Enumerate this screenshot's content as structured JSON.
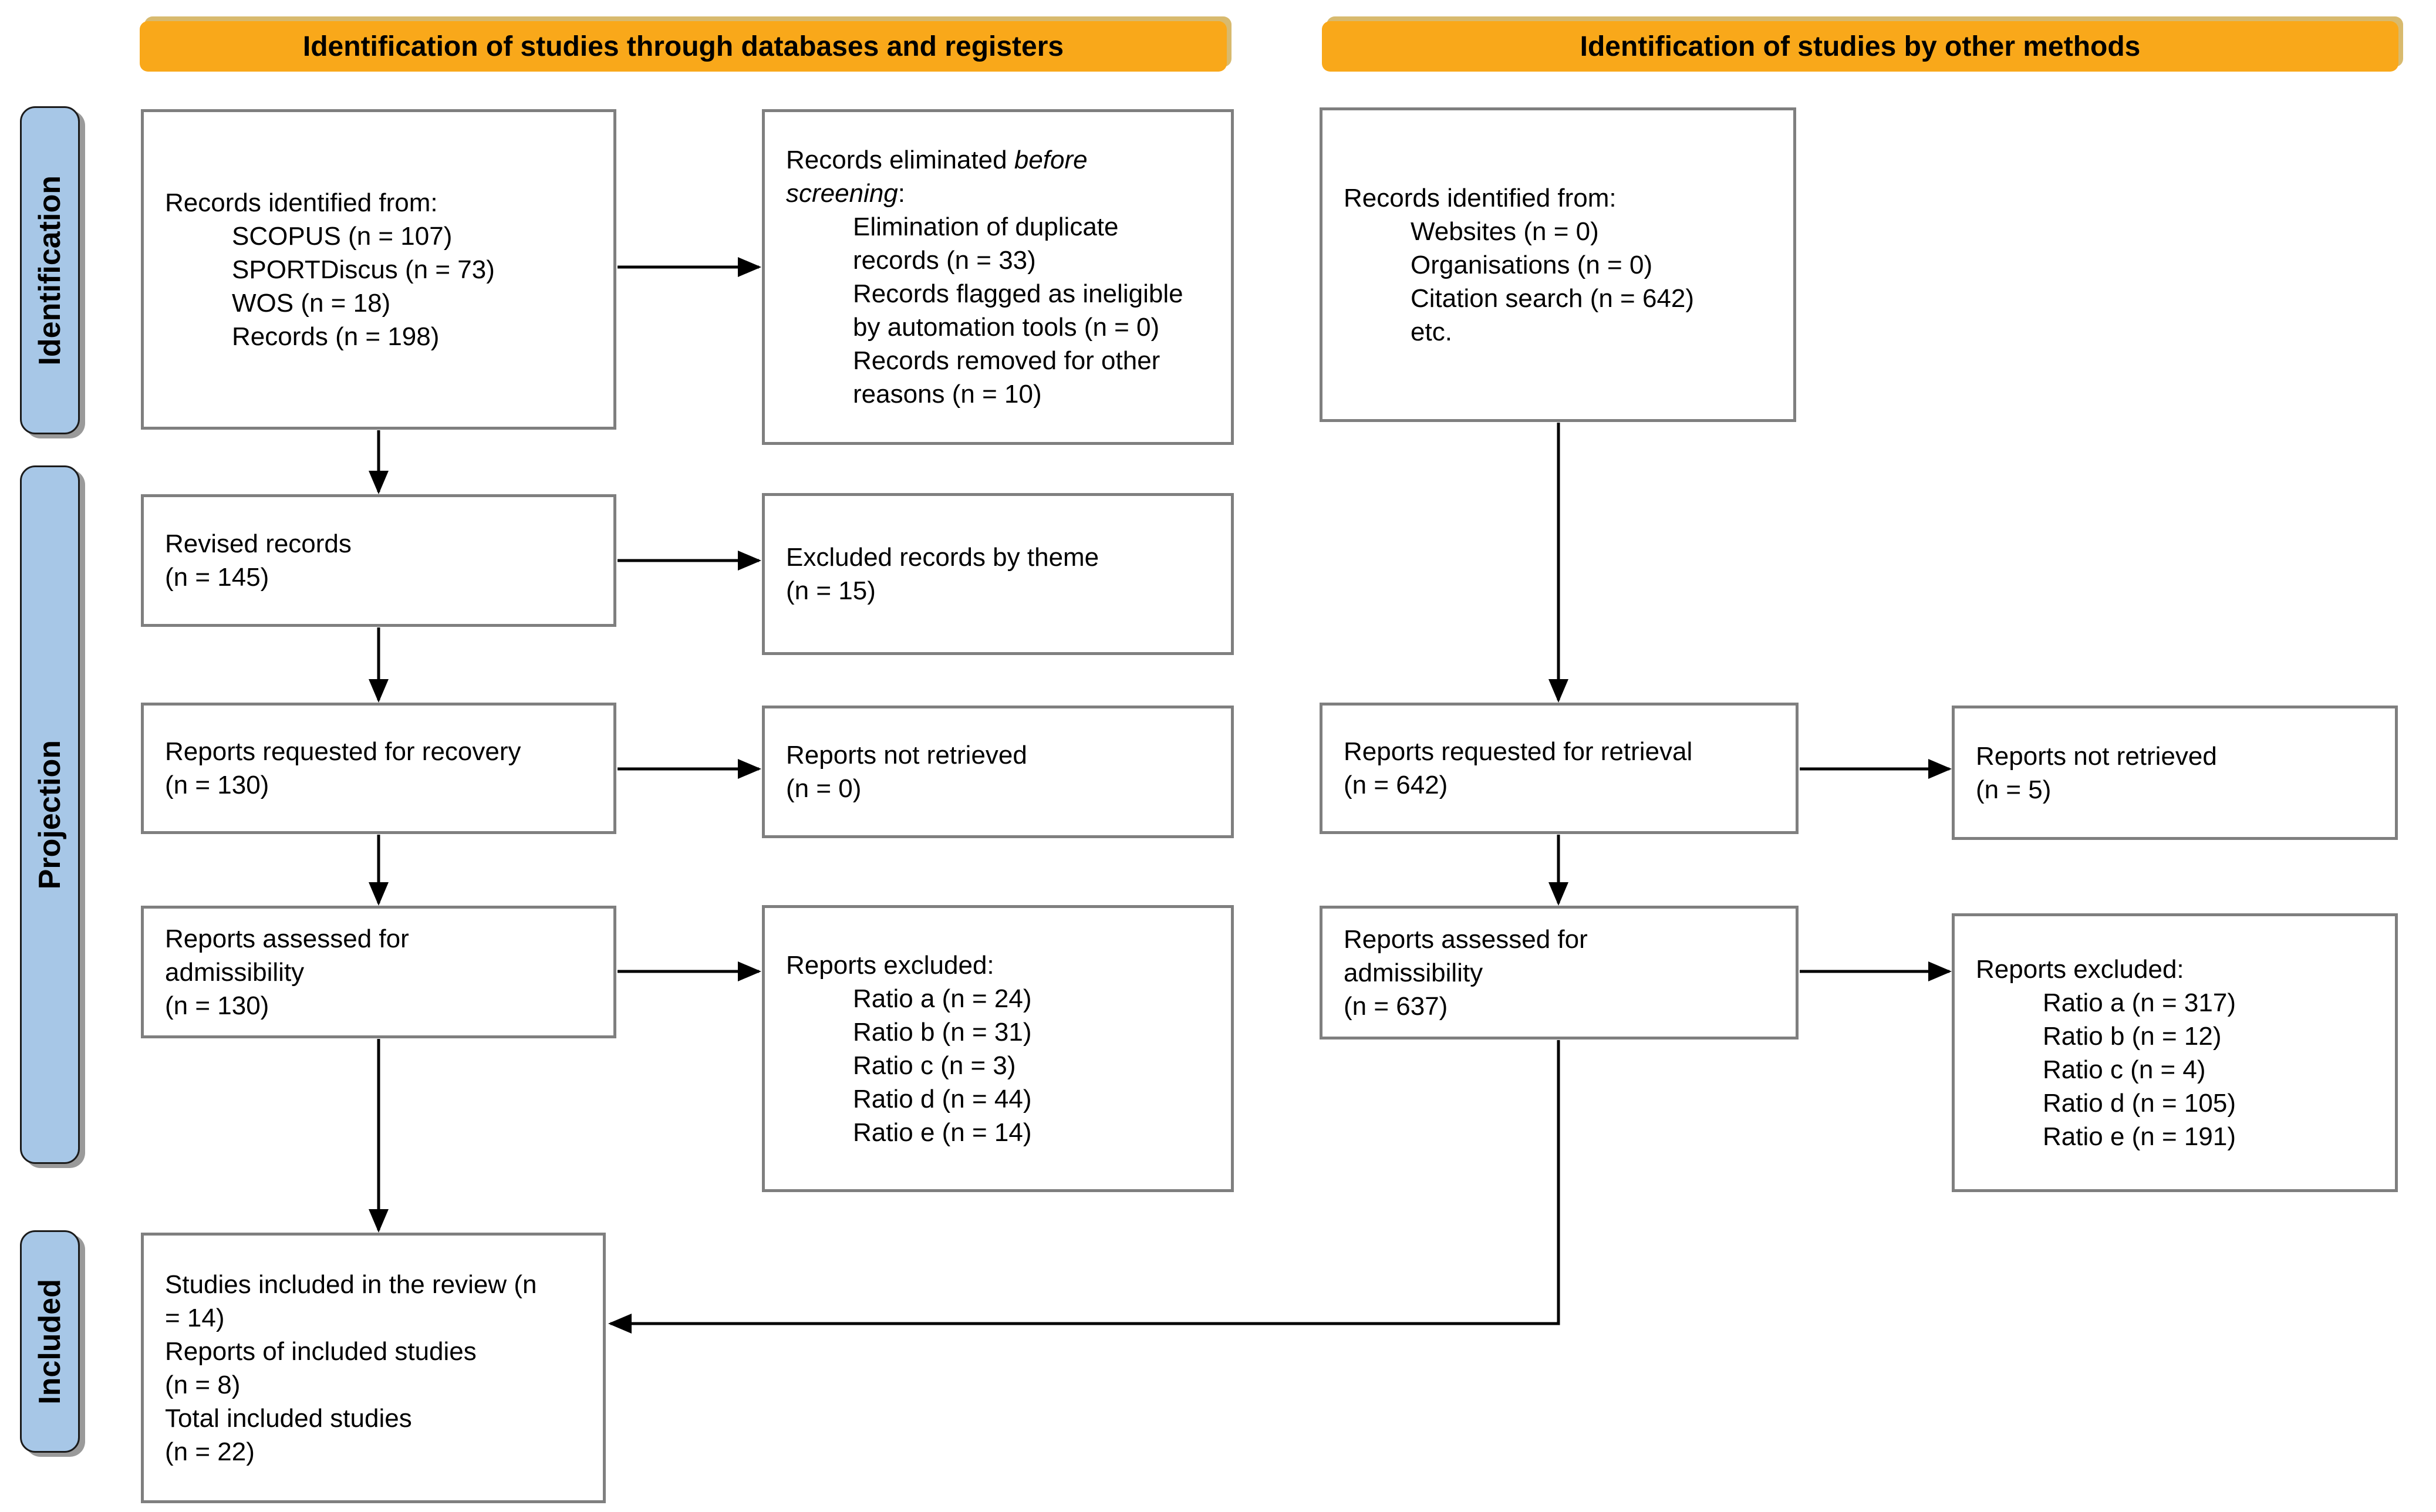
{
  "banners": {
    "left": "Identification of studies through databases and registers",
    "right": "Identification of studies by other methods"
  },
  "stage_labels": [
    {
      "id": "identification",
      "label": "Identification"
    },
    {
      "id": "projection",
      "label": "Projection"
    },
    {
      "id": "included",
      "label": "Included"
    }
  ],
  "colors": {
    "banner_fill": "#F9A81A",
    "banner_shadow": "#D8BA6E",
    "stage_fill": "#A7C7E7",
    "stage_shadow": "#9A9A9A",
    "box_border": "#7F7F7F",
    "flow_line": "#000000"
  },
  "boxes": {
    "records_identified_db": {
      "lines": [
        {
          "text": "Records identified from:"
        },
        {
          "text": "SCOPUS (n = 107)",
          "indent": true
        },
        {
          "text": "SPORTDiscus (n = 73)",
          "indent": true
        },
        {
          "text": "WOS (n = 18)",
          "indent": true
        },
        {
          "text": "Records (n = 198)",
          "indent": true
        }
      ]
    },
    "records_eliminated": {
      "lines": [
        {
          "segments": [
            {
              "text": "Records eliminated "
            },
            {
              "text": "before",
              "italic": true
            }
          ]
        },
        {
          "segments": [
            {
              "text": "screening",
              "italic": true
            },
            {
              "text": ":"
            }
          ]
        },
        {
          "text": "Elimination of duplicate",
          "indent": true
        },
        {
          "text": "records (n = 33)",
          "indent": true
        },
        {
          "text": "Records flagged as ineligible",
          "indent": true
        },
        {
          "text": "by automation tools (n = 0)",
          "indent": true
        },
        {
          "text": "Records removed for other",
          "indent": true
        },
        {
          "text": "reasons (n = 10)",
          "indent": true
        }
      ]
    },
    "records_identified_other": {
      "lines": [
        {
          "text": "Records identified from:"
        },
        {
          "text": "Websites (n = 0)",
          "indent": true
        },
        {
          "text": "Organisations (n = 0)",
          "indent": true
        },
        {
          "text": "Citation search (n = 642)",
          "indent": true
        },
        {
          "text": "etc.",
          "indent": true
        }
      ]
    },
    "revised_records": {
      "lines": [
        {
          "text": "Revised records"
        },
        {
          "text": "(n = 145)"
        }
      ]
    },
    "excluded_by_theme": {
      "lines": [
        {
          "text": "Excluded records by theme"
        },
        {
          "text": "(n = 15)"
        }
      ]
    },
    "reports_requested_recovery": {
      "lines": [
        {
          "text": "Reports requested for recovery"
        },
        {
          "text": "(n = 130)"
        }
      ]
    },
    "reports_not_retrieved_db": {
      "lines": [
        {
          "text": "Reports not retrieved"
        },
        {
          "text": "(n = 0)"
        }
      ]
    },
    "reports_requested_retrieval": {
      "lines": [
        {
          "text": "Reports requested for retrieval"
        },
        {
          "text": "(n = 642)"
        }
      ]
    },
    "reports_not_retrieved_other": {
      "lines": [
        {
          "text": "Reports not retrieved"
        },
        {
          "text": "(n = 5)"
        }
      ]
    },
    "reports_assessed_db": {
      "lines": [
        {
          "text": "Reports assessed for"
        },
        {
          "text": "admissibility"
        },
        {
          "text": "(n = 130)"
        }
      ]
    },
    "reports_excluded_db": {
      "lines": [
        {
          "text": "Reports excluded:"
        },
        {
          "text": "Ratio a (n = 24)",
          "indent": true
        },
        {
          "text": "Ratio b (n = 31)",
          "indent": true
        },
        {
          "text": "Ratio c (n = 3)",
          "indent": true
        },
        {
          "text": "Ratio d (n = 44)",
          "indent": true
        },
        {
          "text": "Ratio e (n = 14)",
          "indent": true
        }
      ]
    },
    "reports_assessed_other": {
      "lines": [
        {
          "text": "Reports assessed for"
        },
        {
          "text": "admissibility"
        },
        {
          "text": "(n = 637)"
        }
      ]
    },
    "reports_excluded_other": {
      "lines": [
        {
          "text": "Reports excluded:"
        },
        {
          "text": "Ratio a (n = 317)",
          "indent": true
        },
        {
          "text": "Ratio b (n = 12)",
          "indent": true
        },
        {
          "text": "Ratio c (n = 4)",
          "indent": true
        },
        {
          "text": "Ratio d (n = 105)",
          "indent": true
        },
        {
          "text": "Ratio e (n = 191)",
          "indent": true
        }
      ]
    },
    "studies_included": {
      "lines": [
        {
          "text": "Studies included in the review (n"
        },
        {
          "text": "= 14)"
        },
        {
          "text": "Reports of included studies"
        },
        {
          "text": "(n = 8)"
        },
        {
          "text": "Total included studies"
        },
        {
          "text": "(n = 22)"
        }
      ]
    }
  }
}
